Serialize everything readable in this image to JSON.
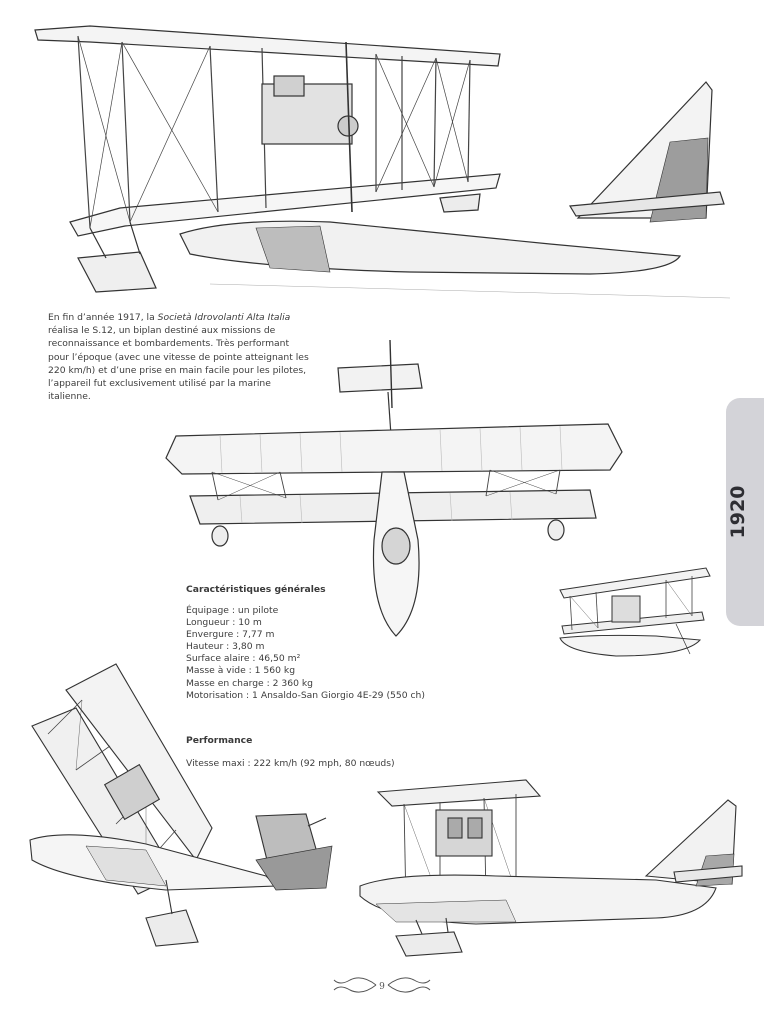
{
  "intro": {
    "part1": "En fin d’année 1917, la ",
    "company": "Società Idrovolanti Alta Italia",
    "part2": " réalisa le S.12, un biplan destiné aux missions de reconnaissance et bombardements. Très performant pour l’époque (avec une vitesse de pointe atteignant les 220 km/h) et d’une prise en main facile pour les pilotes, l’appareil fut exclusivement utilisé par la marine italienne."
  },
  "specs": {
    "heading": "Caractéristiques générales",
    "items": [
      "Équipage : un pilote",
      "Longueur : 10 m",
      "Envergure : 7,77 m",
      "Hauteur : 3,80 m",
      "Surface alaire : 46,50 m²",
      "Masse à vide : 1 560 kg",
      "Masse en charge : 2 360 kg",
      "Motorisation : 1 Ansaldo-San Giorgio 4E-29 (550 ch)"
    ]
  },
  "performance": {
    "heading": "Performance",
    "text": "Vitesse maxi : 222 km/h (92 mph, 80 nœuds)"
  },
  "year_tab": {
    "label": "1920",
    "color": "#d3d3d8"
  },
  "page_number": "9",
  "icons": [
    "biplane-side-sketch",
    "biplane-top-sketch",
    "biplane-small-sketch",
    "biplane-three-quarter-sketch",
    "biplane-rear-sketch",
    "page-ornament-icon"
  ]
}
